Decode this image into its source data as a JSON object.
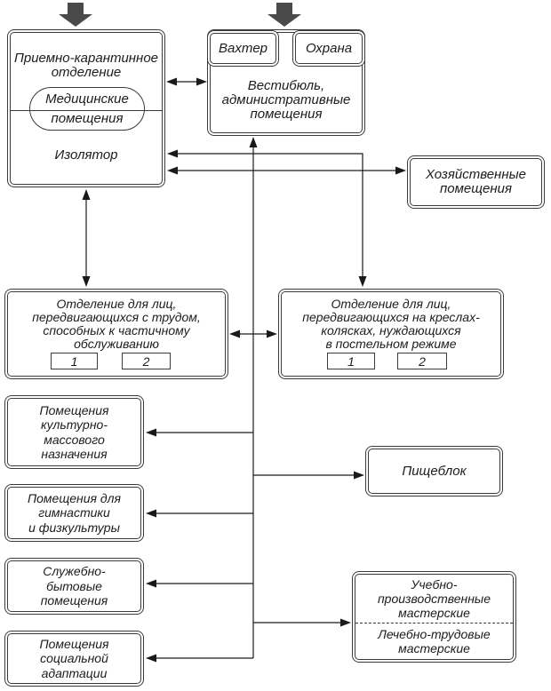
{
  "colors": {
    "background": "#ffffff",
    "line": "#1a1a1a",
    "box_border": "#3a3a3a",
    "entrance_arrow": "#4a4a4a"
  },
  "nodes": {
    "reception": {
      "title_lines": [
        "Приемно-карантинное",
        "отделение"
      ],
      "medical_lines": [
        "Медицинские",
        "помещения"
      ],
      "isolator_label": "Изолятор"
    },
    "vestibule": {
      "watchman_label": "Вахтер",
      "security_label": "Охрана",
      "lines": [
        "Вестибюль,",
        "административные",
        "помещения"
      ]
    },
    "household": {
      "lines": [
        "Хозяйственные",
        "помещения"
      ]
    },
    "ward_ambulant": {
      "lines": [
        "Отделение для лиц,",
        "передвигающихся с трудом,",
        "способных к частичному",
        "обслуживанию"
      ],
      "units": [
        "1",
        "2"
      ]
    },
    "ward_wheelchair": {
      "lines": [
        "Отделение для лиц,",
        "передвигающихся на креслах-",
        "колясках, нуждающихся",
        "в постельном режиме"
      ],
      "units": [
        "1",
        "2"
      ]
    },
    "cultural": {
      "lines": [
        "Помещения",
        "культурно-",
        "массового",
        "назначения"
      ]
    },
    "gym": {
      "lines": [
        "Помещения для",
        "гимнастики",
        "и физкультуры"
      ]
    },
    "service": {
      "lines": [
        "Служебно-",
        "бытовые",
        "помещения"
      ]
    },
    "social": {
      "lines": [
        "Помещения",
        "социальной",
        "адаптации"
      ]
    },
    "catering": {
      "label": "Пищеблок"
    },
    "workshops": {
      "top_lines": [
        "Учебно-",
        "производственные",
        "мастерские"
      ],
      "bottom_lines": [
        "Лечебно-трудовые",
        "мастерские"
      ]
    }
  }
}
